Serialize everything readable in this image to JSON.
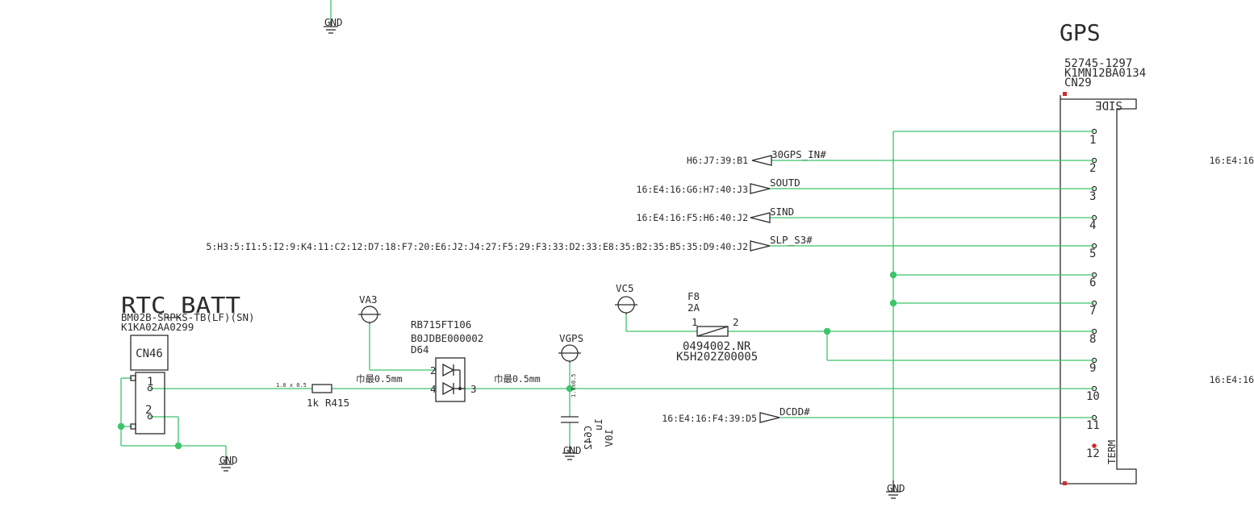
{
  "title": "GPS",
  "connector": {
    "part": "52745-1297",
    "code": "K1MN12BA0134",
    "ref": "CN29",
    "side_label": "SIDE",
    "term_label": "TERM",
    "pins": [
      "1",
      "2",
      "3",
      "4",
      "5",
      "6",
      "7",
      "8",
      "9",
      "10",
      "11",
      "12"
    ]
  },
  "nets": {
    "gps_in": {
      "name": "30GPS_IN#",
      "ref": "H6:J7:39:B1"
    },
    "soutd": {
      "name": "SOUTD",
      "ref": "16:E4:16:G6:H7:40:J3"
    },
    "sind": {
      "name": "SIND",
      "ref": "16:E4:16:F5:H6:40:J2"
    },
    "slp_s3": {
      "name": "SLP_S3#",
      "ref": "5:H3:5:I1:5:I2:9:K4:11:C2:12:D7:18:F7:20:E6:J2:J4:27:F5:29:F3:33:D2:33:E8:35:B2:35:B5:35:D9:40:J2"
    },
    "dcdd": {
      "name": "DCDD#",
      "ref": "16:E4:16:F4:39:D5"
    },
    "edge_ref_1": "16:E4:16",
    "edge_ref_2": "16:E4:16"
  },
  "power": {
    "gnd": "GND",
    "va3": "VA3",
    "vc5": "VC5",
    "vgps": "VGPS"
  },
  "rtc": {
    "title": "RTC_BATT",
    "part": "BM02B-SRPKS-TB(LF)(SN)",
    "code": "K1KA02AA0299",
    "ref": "CN46",
    "pin1": "1",
    "pin2": "2"
  },
  "resistor": {
    "value": "1k",
    "ref": "R415",
    "size": "1.0 x 0.5"
  },
  "diode": {
    "part": "RB715FT106",
    "code": "B0JDBE000002",
    "ref": "D64",
    "pin2": "2",
    "pin3": "3",
    "pin4": "4"
  },
  "width_notes": [
    "巾最0.5mm",
    "巾最0.5mm"
  ],
  "fuse": {
    "ref": "F8",
    "rating": "2A",
    "pin1": "1",
    "pin2": "2",
    "part": "0494002.NR",
    "code": "K5H202Z00005"
  },
  "capacitor": {
    "ref": "C642",
    "value": "1u",
    "voltage": "10V",
    "size": "1.0x0.5"
  },
  "colors": {
    "wire": "#3cc46a",
    "ink": "#2b2b2b",
    "pin_marker": "#d42a2a"
  }
}
